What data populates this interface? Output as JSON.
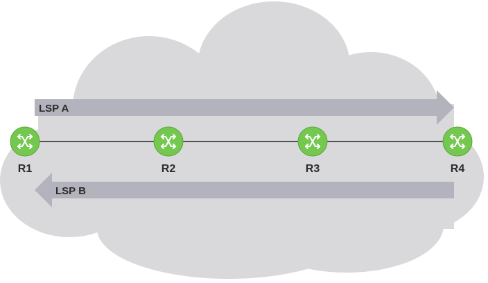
{
  "diagram": {
    "routers": [
      {
        "id": "R1",
        "label": "R1"
      },
      {
        "id": "R2",
        "label": "R2"
      },
      {
        "id": "R3",
        "label": "R3"
      },
      {
        "id": "R4",
        "label": "R4"
      }
    ],
    "links": [
      {
        "from": "R1",
        "to": "R2"
      },
      {
        "from": "R2",
        "to": "R3"
      },
      {
        "from": "R3",
        "to": "R4"
      }
    ],
    "lsps": [
      {
        "label": "LSP A",
        "from": "R1",
        "to": "R4",
        "direction": "right"
      },
      {
        "label": "LSP B",
        "from": "R4",
        "to": "R1",
        "direction": "left"
      }
    ],
    "colors": {
      "cloud": "#d9d9db",
      "arrow": "#b3b3bd",
      "router": "#74c74f",
      "router_border": "#5aa63a",
      "router_icon": "#ffffff",
      "link": "#222222",
      "label": "#2b2b2b"
    },
    "icon": "router-icon"
  }
}
